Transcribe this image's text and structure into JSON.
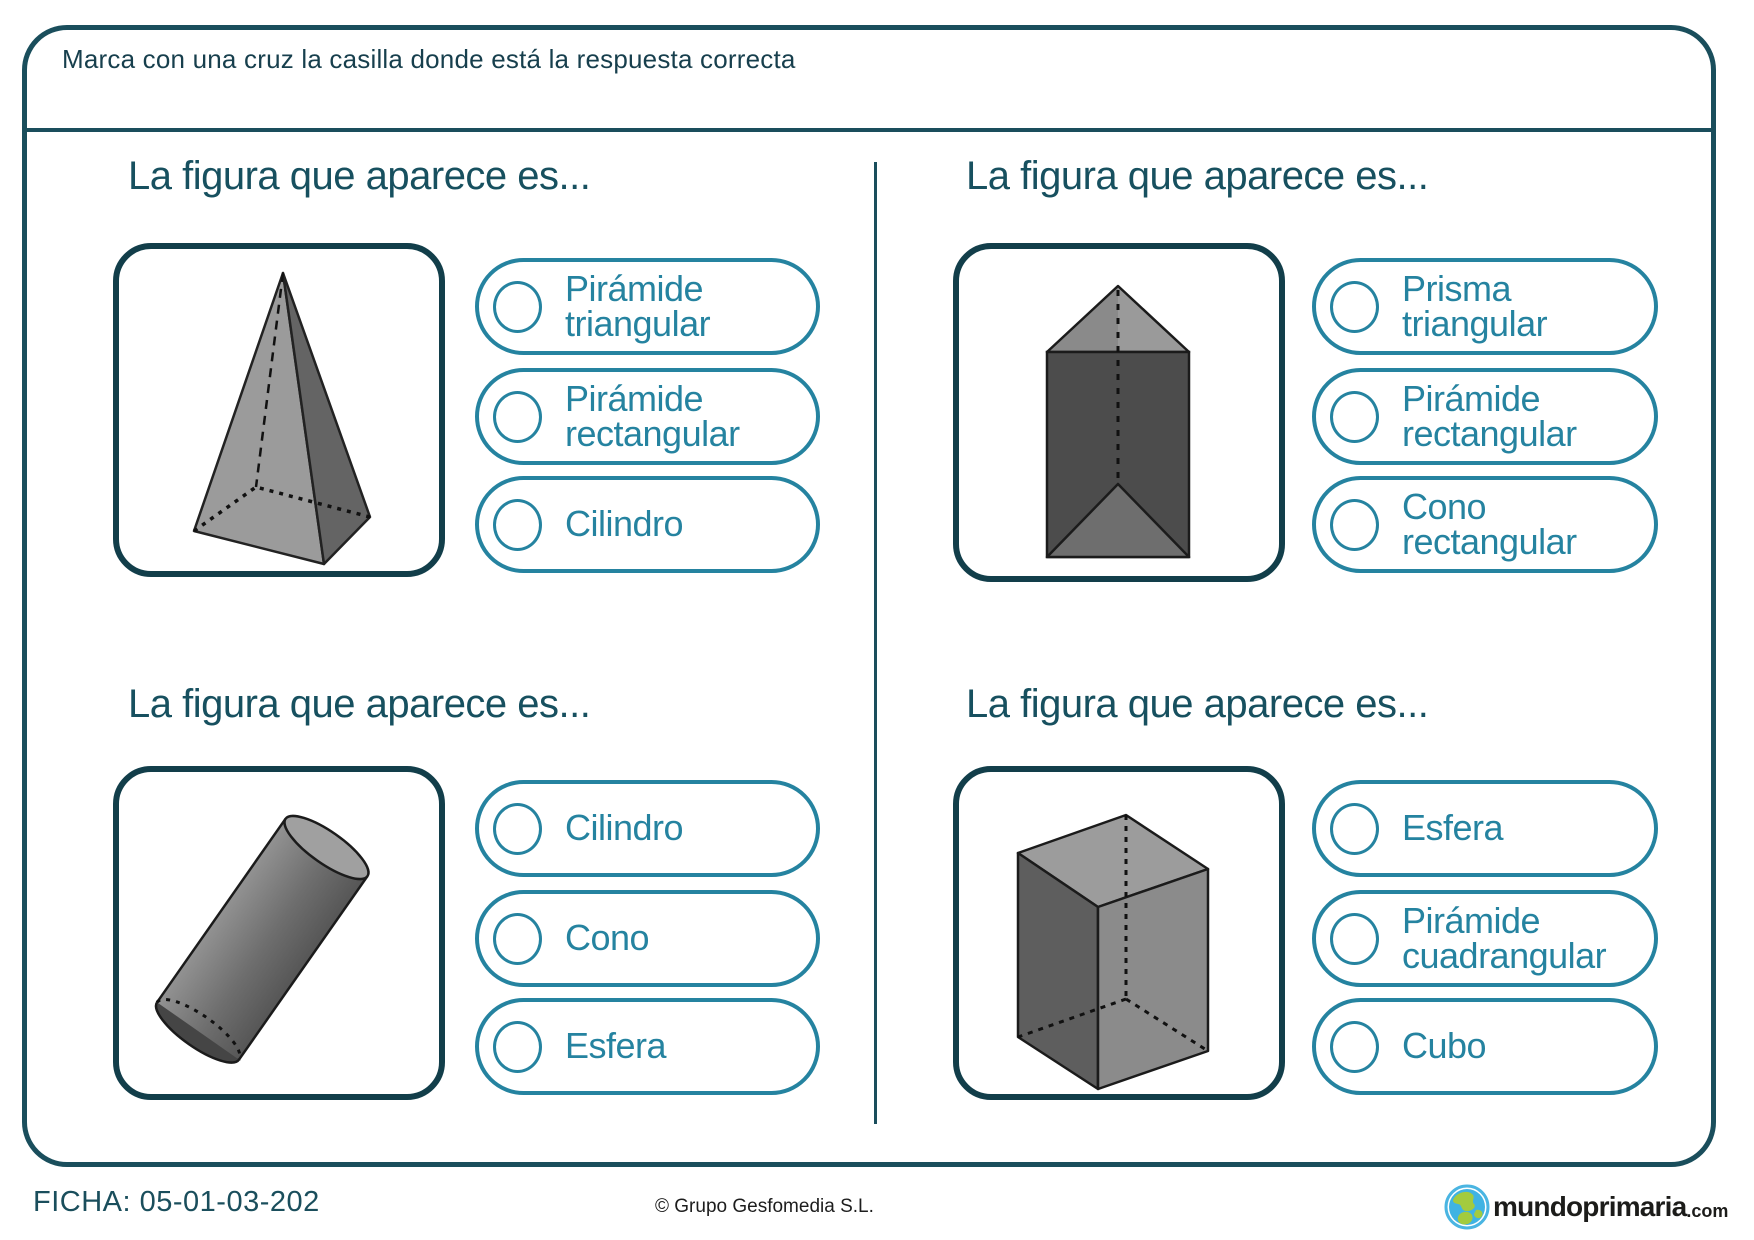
{
  "header": {
    "instruction": "Marca con una cruz la casilla donde está la respuesta correcta"
  },
  "questions": [
    {
      "title": "La figura que aparece es...",
      "figure": "rectangular-pyramid",
      "options": [
        {
          "label": "Pirámide triangular"
        },
        {
          "label": "Pirámide rectangular"
        },
        {
          "label": "Cilindro"
        }
      ]
    },
    {
      "title": "La figura que aparece es...",
      "figure": "triangular-prism",
      "options": [
        {
          "label": "Prisma triangular"
        },
        {
          "label": "Pirámide rectangular"
        },
        {
          "label": "Cono rectangular"
        }
      ]
    },
    {
      "title": "La figura que aparece es...",
      "figure": "cylinder",
      "options": [
        {
          "label": "Cilindro"
        },
        {
          "label": "Cono"
        },
        {
          "label": "Esfera"
        }
      ]
    },
    {
      "title": "La figura que aparece es...",
      "figure": "cube",
      "options": [
        {
          "label": "Esfera"
        },
        {
          "label": "Pirámide cuadrangular"
        },
        {
          "label": "Cubo"
        }
      ]
    }
  ],
  "footer": {
    "ficha": "FICHA: 05-01-03-202",
    "copyright": "© Grupo Gesfomedia S.L.",
    "brand": "mundoprimaria",
    "brand_tld": ".com"
  },
  "colors": {
    "dark_teal": "#1a4e5c",
    "box_border": "#123e4a",
    "pill_teal": "#2583a0",
    "logo_blue": "#4ab5e2",
    "logo_green": "#a3cb3e"
  }
}
